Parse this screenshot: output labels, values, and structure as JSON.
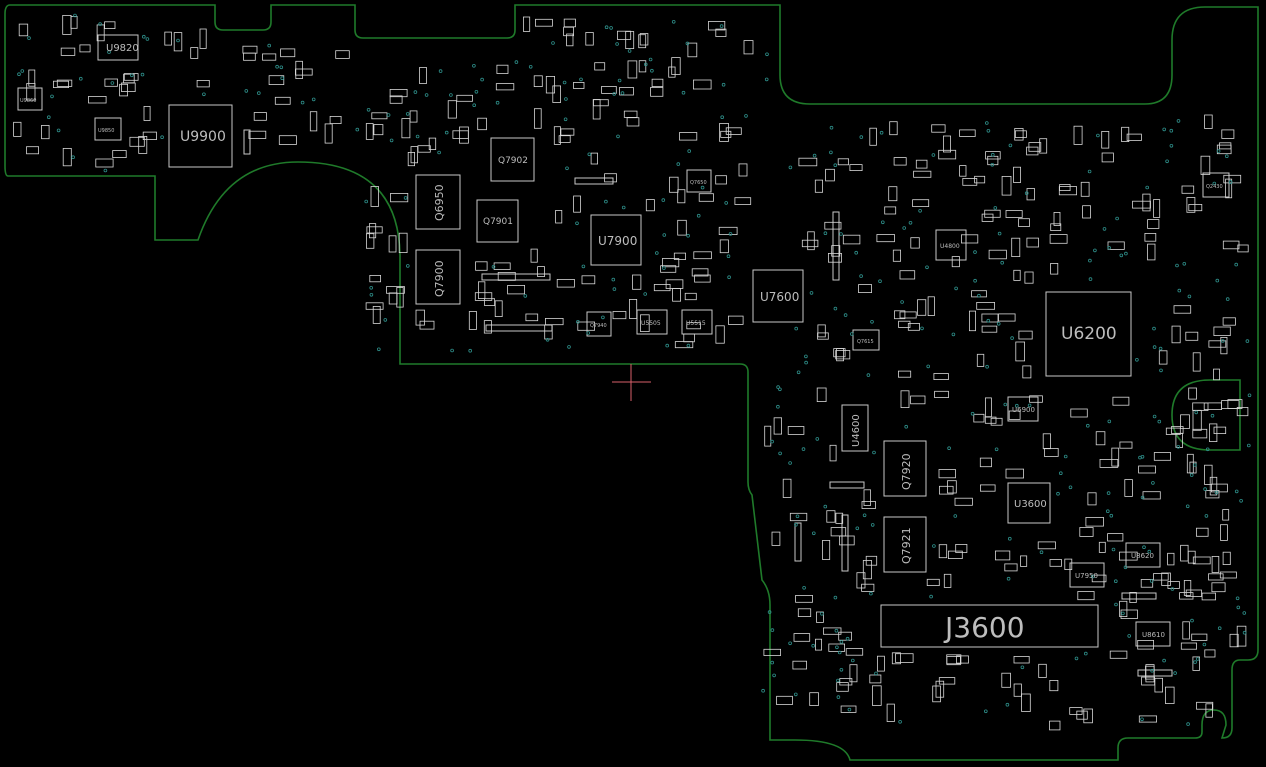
{
  "view": {
    "background": "#000000",
    "outline_color": "#1f7a2a",
    "part_color": "#c8c8c8",
    "via_color": "#2e8f8a",
    "cursor_color": "#d9606a"
  },
  "labels": {
    "u9820": "U9820",
    "u9900": "U9900",
    "q7902": "Q7902",
    "q7901": "Q7901",
    "q6950": "Q6950",
    "q7900": "Q7900",
    "u7900": "U7900",
    "u7600": "U7600",
    "u6200": "U6200",
    "u4600": "U4600",
    "q7920": "Q7920",
    "q7921": "Q7921",
    "u3600": "U3600",
    "j3600": "J3600",
    "u6900": "U6900",
    "u8620": "U8620",
    "u8610": "U8610",
    "u7950": "U7950",
    "u5505": "U5505",
    "u5515": "U5515",
    "q7940": "Q7940",
    "q2430": "Q2430",
    "q7650": "Q7650",
    "q7615": "Q7615",
    "u4800": "U4800",
    "u9850": "U9850",
    "u9860": "U9860"
  }
}
